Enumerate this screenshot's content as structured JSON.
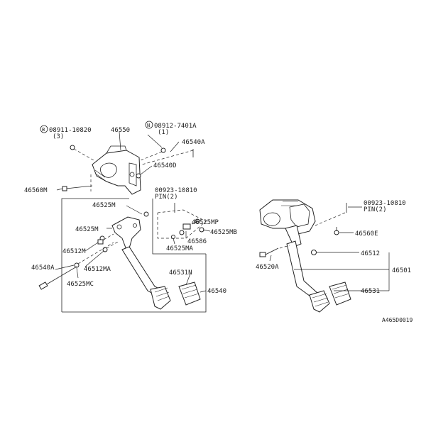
{
  "labels": {
    "bolt_ref": "08911-10820",
    "bolt_qty": "(3)",
    "bracket": "46550",
    "nut_ref": "08912-7401A",
    "nut_qty": "(1)",
    "part_46540A_top": "46540A",
    "part_46540D": "46540D",
    "part_46560M": "46560M",
    "pin_ref_left": "00923-10810",
    "pin_word_left": "PIN(2)",
    "part_46525M": "46525M",
    "part_46525M_b": "46525M",
    "part_46525MP": "46525MP",
    "part_46525MB": "46525MB",
    "part_46586": "46586",
    "part_46525MA": "46525MA",
    "part_46512M": "46512M",
    "part_46540A_left": "46540A",
    "part_46512MA": "46512MA",
    "part_46525MC": "46525MC",
    "part_46531N": "46531N",
    "part_46540": "46540",
    "pin_ref_right": "00923-10810",
    "pin_word_right": "PIN(2)",
    "part_46560E": "46560E",
    "part_46520A": "46520A",
    "part_46512": "46512",
    "part_46501": "46501",
    "part_46531": "46531",
    "diagram_code": "A465D0019"
  },
  "colors": {
    "line": "#222222",
    "background": "#ffffff"
  }
}
